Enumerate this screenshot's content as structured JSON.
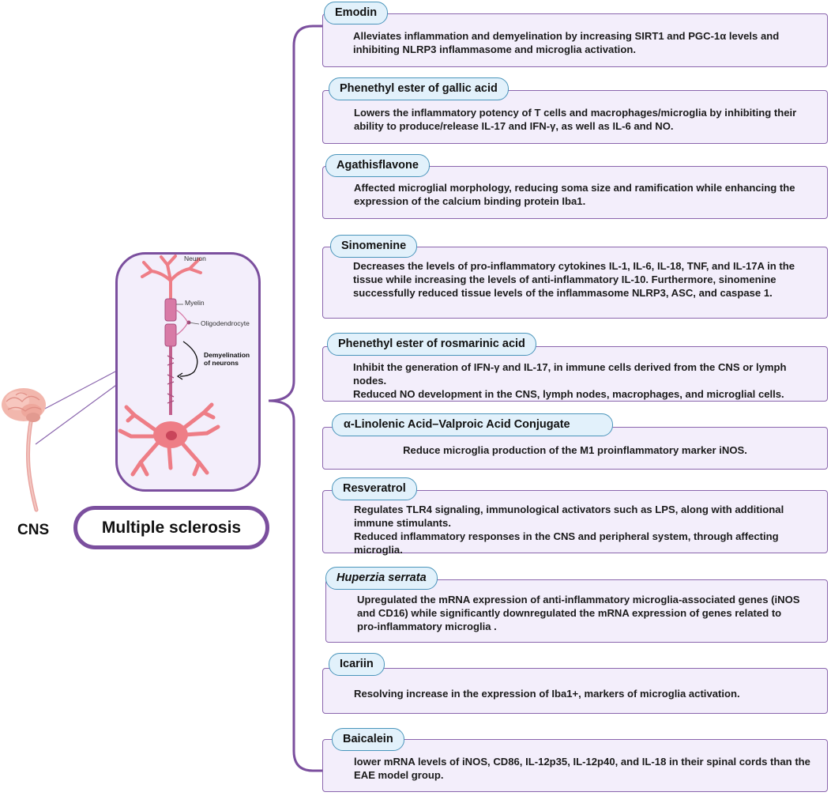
{
  "header": {
    "title": "Multiple sclerosis",
    "organ_label": "CNS"
  },
  "neuron_panel": {
    "neuron_label": "Neuron",
    "myelin_label": "Myelin",
    "oligodendrocyte_label": "Oligodendrocyte",
    "demyelination_line1": "Demyelination",
    "demyelination_line2": "of neurons"
  },
  "colors": {
    "box_fill": "#f3eefb",
    "box_border": "#8a65ad",
    "pill_fill": "#e2f1fb",
    "pill_border": "#4a95bb",
    "bracket": "#7b4f9e",
    "neuron": "#ee7d86",
    "myelin": "#d87aa6"
  },
  "compounds": [
    {
      "name": "Emodin",
      "lines": [
        "Alleviates inflammation and demyelination by increasing SIRT1 and PGC-1α levels and inhibiting NLRP3 inflammasome and microglia activation."
      ]
    },
    {
      "name": "Phenethyl ester of gallic acid",
      "lines": [
        "Lowers the inflammatory potency of T cells and macrophages/microglia by inhibiting their ability to produce/release IL-17 and IFN-γ, as well as IL-6 and NO."
      ]
    },
    {
      "name": "Agathisflavone",
      "lines": [
        "Affected microglial morphology, reducing soma size and ramification while enhancing the expression of the calcium binding protein Iba1."
      ]
    },
    {
      "name": "Sinomenine",
      "lines": [
        "Decreases the levels of pro-inflammatory cytokines IL-1, IL-6, IL-18, TNF, and IL-17A in the tissue while increasing the levels of anti-inflammatory IL-10. Furthermore, sinomenine successfully reduced tissue levels of the inflammasome NLRP3, ASC, and caspase 1."
      ]
    },
    {
      "name": "Phenethyl ester of rosmarinic acid",
      "lines": [
        "Inhibit the generation of IFN-γ and IL-17, in immune cells derived from the CNS or lymph nodes.",
        "Reduced NO development in the CNS, lymph nodes, macrophages, and microglial cells."
      ]
    },
    {
      "name": "α-Linolenic Acid–Valproic Acid Conjugate",
      "lines": [
        "Reduce microglia production of the M1 proinflammatory marker iNOS."
      ]
    },
    {
      "name": "Resveratrol",
      "lines": [
        "Regulates TLR4 signaling, immunological activators such as LPS, along with additional immune stimulants.",
        "Reduced inflammatory responses in the CNS and peripheral system, through affecting microglia."
      ]
    },
    {
      "name": "Huperzia serrata",
      "lines": [
        "Upregulated the mRNA expression of anti-inflammatory microglia-associated genes (iNOS and CD16) while significantly downregulated the mRNA expression of genes related to pro-inflammatory microglia ."
      ]
    },
    {
      "name": "Icariin",
      "lines": [
        "Resolving  increase in the expression of Iba1+, markers of microglia activation."
      ]
    },
    {
      "name": "Baicalein",
      "lines": [
        "lower mRNA levels of iNOS, CD86, IL-12p35, IL-12p40, and IL-18 in their spinal cords than the EAE model group."
      ]
    }
  ]
}
